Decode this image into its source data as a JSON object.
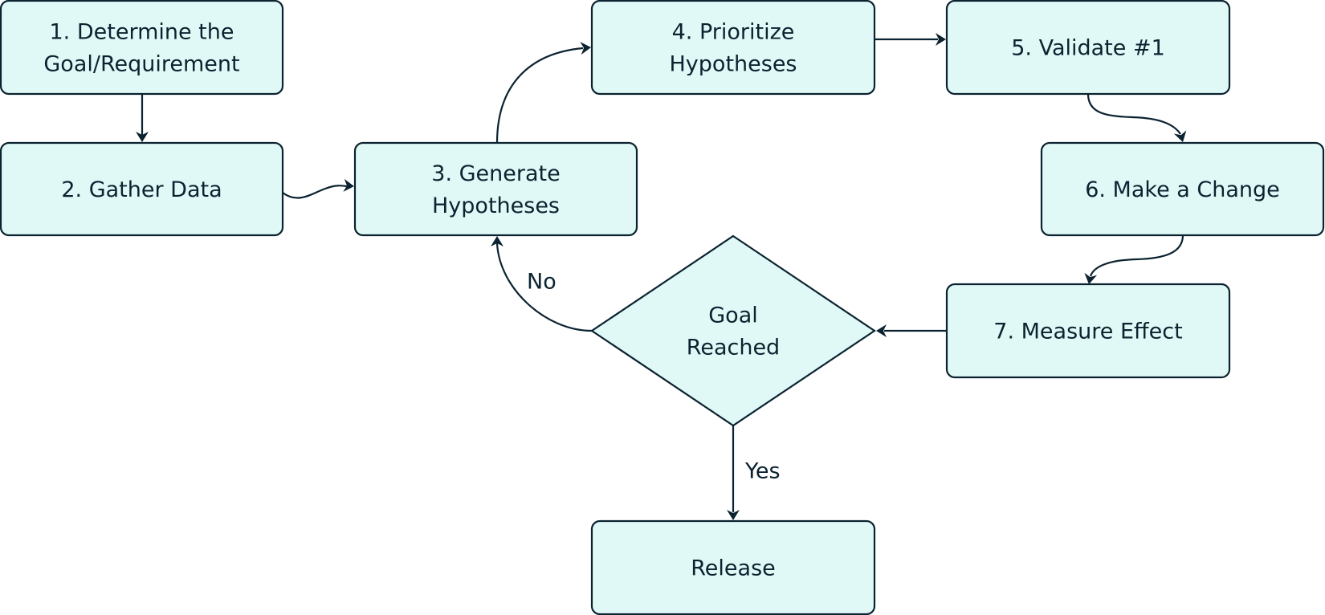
{
  "diagram": {
    "type": "flowchart",
    "nodes": [
      {
        "id": "n1",
        "shape": "rect",
        "lines": [
          "1. Determine the",
          "Goal/Requirement"
        ]
      },
      {
        "id": "n2",
        "shape": "rect",
        "lines": [
          "2. Gather Data"
        ]
      },
      {
        "id": "n3",
        "shape": "rect",
        "lines": [
          "3. Generate",
          "Hypotheses"
        ]
      },
      {
        "id": "n4",
        "shape": "rect",
        "lines": [
          "4. Prioritize",
          "Hypotheses"
        ]
      },
      {
        "id": "n5",
        "shape": "rect",
        "lines": [
          "5. Validate #1"
        ]
      },
      {
        "id": "n6",
        "shape": "rect",
        "lines": [
          "6. Make a Change"
        ]
      },
      {
        "id": "n7",
        "shape": "rect",
        "lines": [
          "7. Measure Effect"
        ]
      },
      {
        "id": "decision",
        "shape": "diamond",
        "lines": [
          "Goal",
          "Reached"
        ]
      },
      {
        "id": "release",
        "shape": "rect",
        "lines": [
          "Release"
        ]
      }
    ],
    "edges": [
      {
        "from": "n1",
        "to": "n2",
        "label": ""
      },
      {
        "from": "n2",
        "to": "n3",
        "label": ""
      },
      {
        "from": "n3",
        "to": "n4",
        "label": ""
      },
      {
        "from": "n4",
        "to": "n5",
        "label": ""
      },
      {
        "from": "n5",
        "to": "n6",
        "label": ""
      },
      {
        "from": "n6",
        "to": "n7",
        "label": ""
      },
      {
        "from": "n7",
        "to": "decision",
        "label": ""
      },
      {
        "from": "decision",
        "to": "n3",
        "label": "No"
      },
      {
        "from": "decision",
        "to": "release",
        "label": "Yes"
      }
    ],
    "colors": {
      "node_fill": "#e1f9f6",
      "stroke": "#0b2330",
      "text": "#0b2330",
      "background": "#ffffff"
    }
  }
}
